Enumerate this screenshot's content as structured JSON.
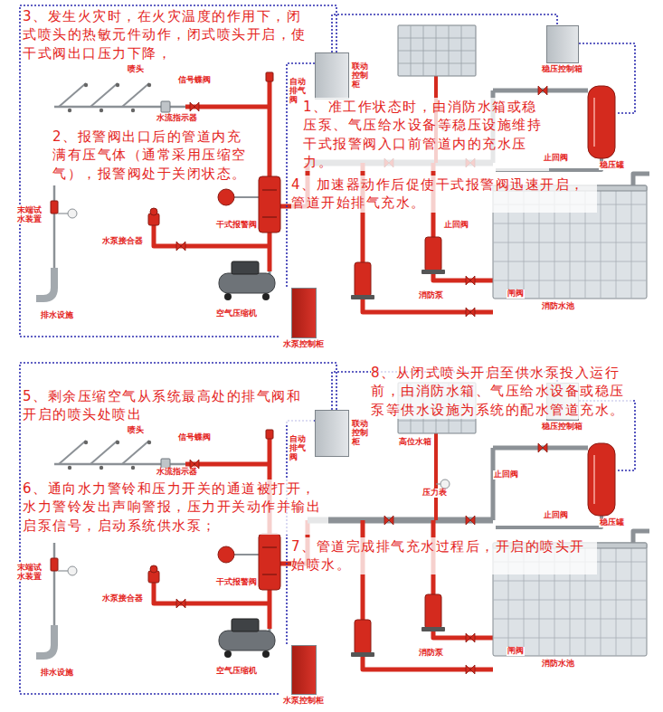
{
  "diagram": {
    "nodes": [
      {
        "text": [
          "联动控制柜"
        ]
      },
      {
        "text": [
          "稳压控制箱"
        ]
      },
      {
        "text": [
          "水泵控制柜"
        ]
      },
      {
        "text": [
          "联动控制柜"
        ]
      },
      {
        "text": [
          "稳压控制箱"
        ]
      },
      {
        "text": [
          "水泵控制柜"
        ]
      }
    ],
    "edges": [
      {
        "from": 0,
        "to": 1,
        "arrow": "none"
      },
      {
        "from": 0,
        "to": 2,
        "arrow": "none"
      },
      {
        "from": 3,
        "to": 4,
        "arrow": "none"
      },
      {
        "from": 3,
        "to": 5,
        "arrow": "none"
      }
    ],
    "labels": [
      "3、发生火灾时，在火灾温度的作用下，闭式喷头的热敏元件动作，闭式喷头开启，使干式阀出口压力下降，",
      "喷头",
      "信号蝶阀",
      "自动排气阀",
      "水流指示器",
      "2、报警阀出口后的管道内充满有压气体（通常采用压缩空气），报警阀处于关闭状态。",
      "1、准工作状态时，由消防水箱或稳压泵、气压给水设备等稳压设施维持干式报警阀入口前管道内的充水压力。",
      "止回阀",
      "稳压罐",
      "4、加速器动作后促使干式报警阀迅速开启，管道开始排气充水。",
      "末端试水装置",
      "水泵接合器",
      "干式报警阀",
      "止回阀",
      "消防泵",
      "闸阀",
      "消防水池",
      "空气压缩机",
      "排水设施",
      "8、从闭式喷头开启至供水泵投入运行前，由消防水箱、气压给水设备或稳压泵等供水设施为系统的配水管道充水。",
      "5、剩余压缩空气从系统最高处的排气阀和开启的喷头处喷出",
      "喷头",
      "信号蝶阀",
      "自动排气阀",
      "高位水箱",
      "水流指示器",
      "止回阀",
      "6、通向水力警铃和压力开关的通道被打开，水力警铃发出声响警报，压力开关动作并输出启泵信号，启动系统供水泵；",
      "压力表",
      "止回阀",
      "稳压罐",
      "7、管道完成排气充水过程后，开启的喷头开始喷水。",
      "末端试水装置",
      "水泵接合器",
      "干式报警阀",
      "消防泵",
      "闸阀",
      "消防水池",
      "空气压缩机",
      "排水设施"
    ]
  }
}
